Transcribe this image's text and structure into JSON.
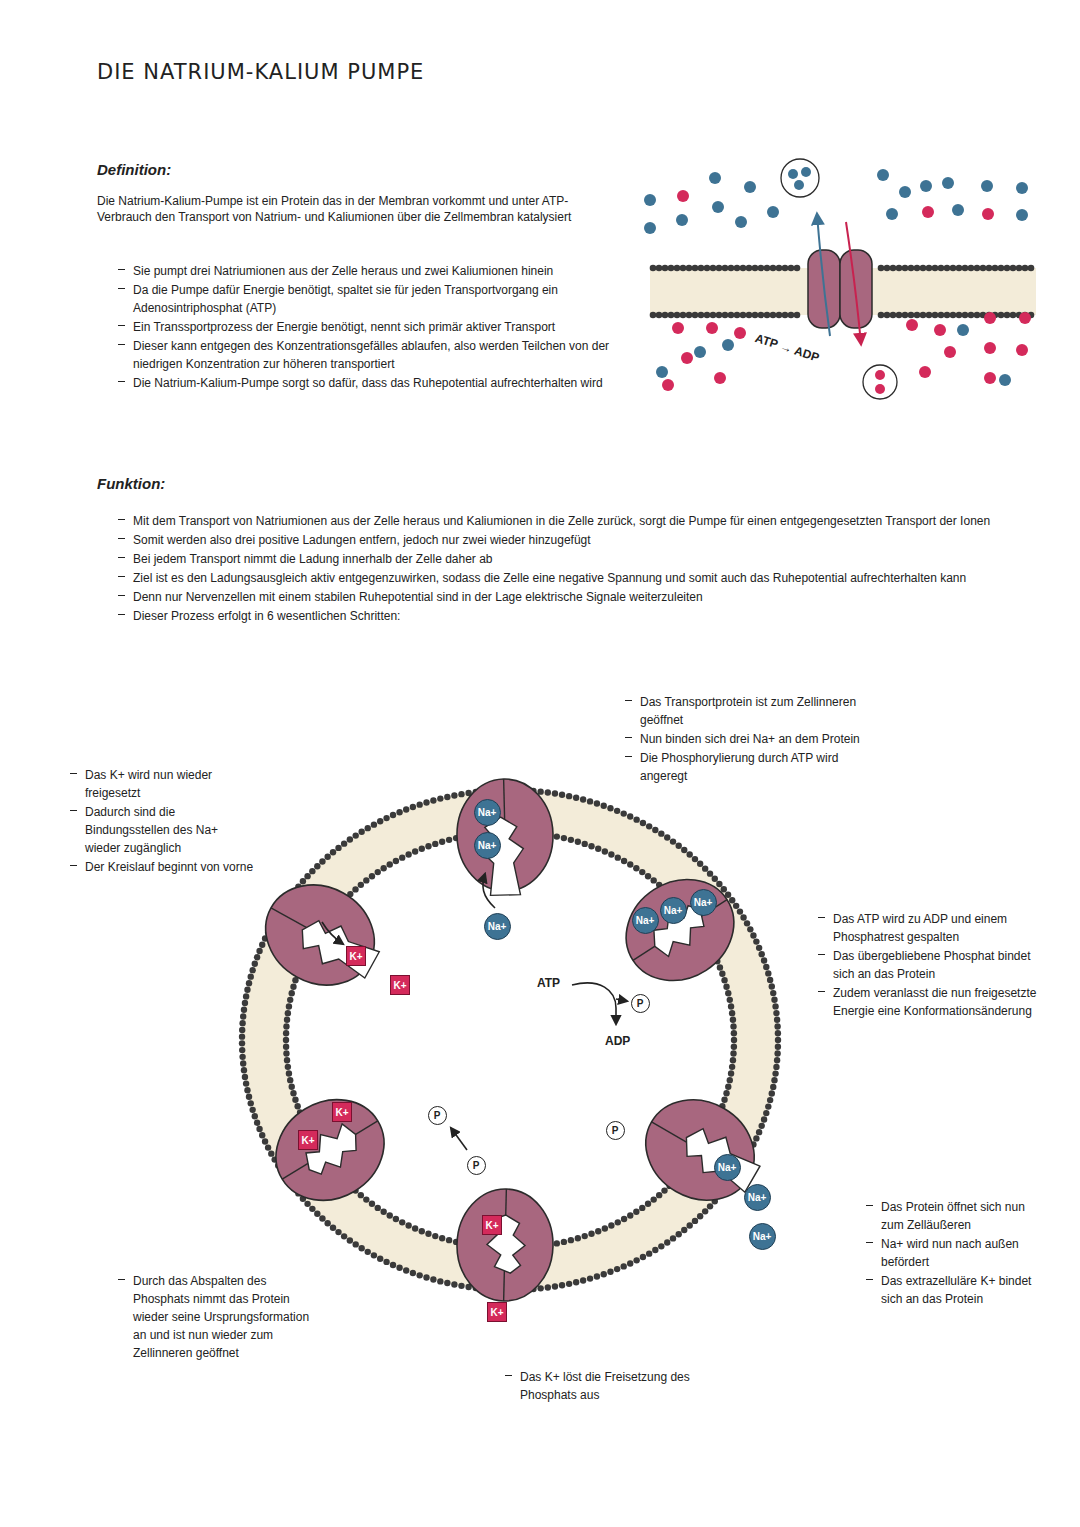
{
  "diagram": {
    "title": "DIE NATRIUM-KALIUM PUMPE",
    "nodes": [
      {
        "text": [
          "Na+"
        ]
      },
      {
        "text": [
          "Na+"
        ]
      },
      {
        "text": [
          "Na+"
        ]
      },
      {
        "text": [
          "Na+"
        ]
      },
      {
        "text": [
          "Na+"
        ]
      },
      {
        "text": [
          "Na+"
        ]
      },
      {
        "text": [
          "Na+"
        ]
      },
      {
        "text": [
          "Na+"
        ]
      },
      {
        "text": [
          "Na+"
        ]
      },
      {
        "text": [
          "K+"
        ]
      },
      {
        "text": [
          "K+"
        ]
      },
      {
        "text": [
          "K+"
        ]
      },
      {
        "text": [
          "K+"
        ]
      },
      {
        "text": [
          "K+"
        ]
      },
      {
        "text": [
          "K+"
        ]
      },
      {
        "text": [
          "P"
        ]
      },
      {
        "text": [
          "P"
        ]
      },
      {
        "text": [
          "P"
        ]
      },
      {
        "text": [
          "P"
        ]
      }
    ],
    "labels": [
      "Definition:",
      "Die Natrium-Kalium-Pumpe ist ein Protein das in der Membran vorkommt und unter ATP-Verbrauch den Transport von Natrium- und Kaliumionen über die Zellmembran katalysiert",
      "Sie pumpt drei Natriumionen aus der Zelle heraus und zwei Kaliumionen hinein",
      "Da die Pumpe dafür Energie benötigt, spaltet sie für jeden Transportvorgang ein Adenosintriphosphat (ATP)",
      "Ein Transsportprozess der Energie benötigt, nennt sich primär aktiver Transport",
      "Dieser kann entgegen des Konzentrationsgefälles ablaufen, also werden Teilchen von der niedrigen Konzentration zur höheren transportiert",
      "Die Natrium-Kalium-Pumpe sorgt so dafür, dass das Ruhepotential aufrechterhalten wird",
      "Funktion:",
      "Mit dem Transport von Natriumionen aus der Zelle heraus und Kaliumionen in die Zelle zurück, sorgt die Pumpe für einen entgegengesetzten Transport der Ionen",
      "Somit werden also drei positive Ladungen entfern, jedoch nur zwei wieder hinzugefügt",
      "Bei jedem Transport nimmt die Ladung innerhalb der Zelle daher ab",
      "Ziel ist es den Ladungsausgleich aktiv entgegenzuwirken, sodass die Zelle eine negative Spannung und somit auch das Ruhepotential aufrechterhalten kann",
      "Denn nur Nervenzellen mit einem stabilen Ruhepotential sind in der Lage elektrische Signale weiterzuleiten",
      "Dieser Prozess erfolgt in 6 wesentlichen Schritten:",
      "ATP → ADP",
      "ATP",
      "ADP",
      "Das Transportprotein ist zum Zellinneren geöffnet",
      "Nun binden sich drei Na+ an dem Protein",
      "Die Phosphorylierung durch ATP wird angeregt",
      "Das ATP wird zu ADP und einem Phosphatrest gespalten",
      "Das übergebliebene Phosphat bindet sich an das Protein",
      "Zudem veranlasst die nun freigesetzte Energie eine Konformationsänderung",
      "Das Protein öffnet sich nun zum Zelläußeren",
      "Na+ wird nun nach außen befördert",
      "Das extrazelluläre K+ bindet sich an das Protein",
      "Das K+ löst die Freisetzung des Phosphats aus",
      "Durch das Abspalten des Phosphats nimmt das Protein wieder seine Ursprungsformation an und ist nun wieder zum Zellinneren geöffnet",
      "Das K+ wird nun wieder freigesetzt",
      "Dadurch sind die Bindungsstellen des Na+ wieder zugänglich",
      "Der Kreislauf beginnt von vorne"
    ]
  }
}
